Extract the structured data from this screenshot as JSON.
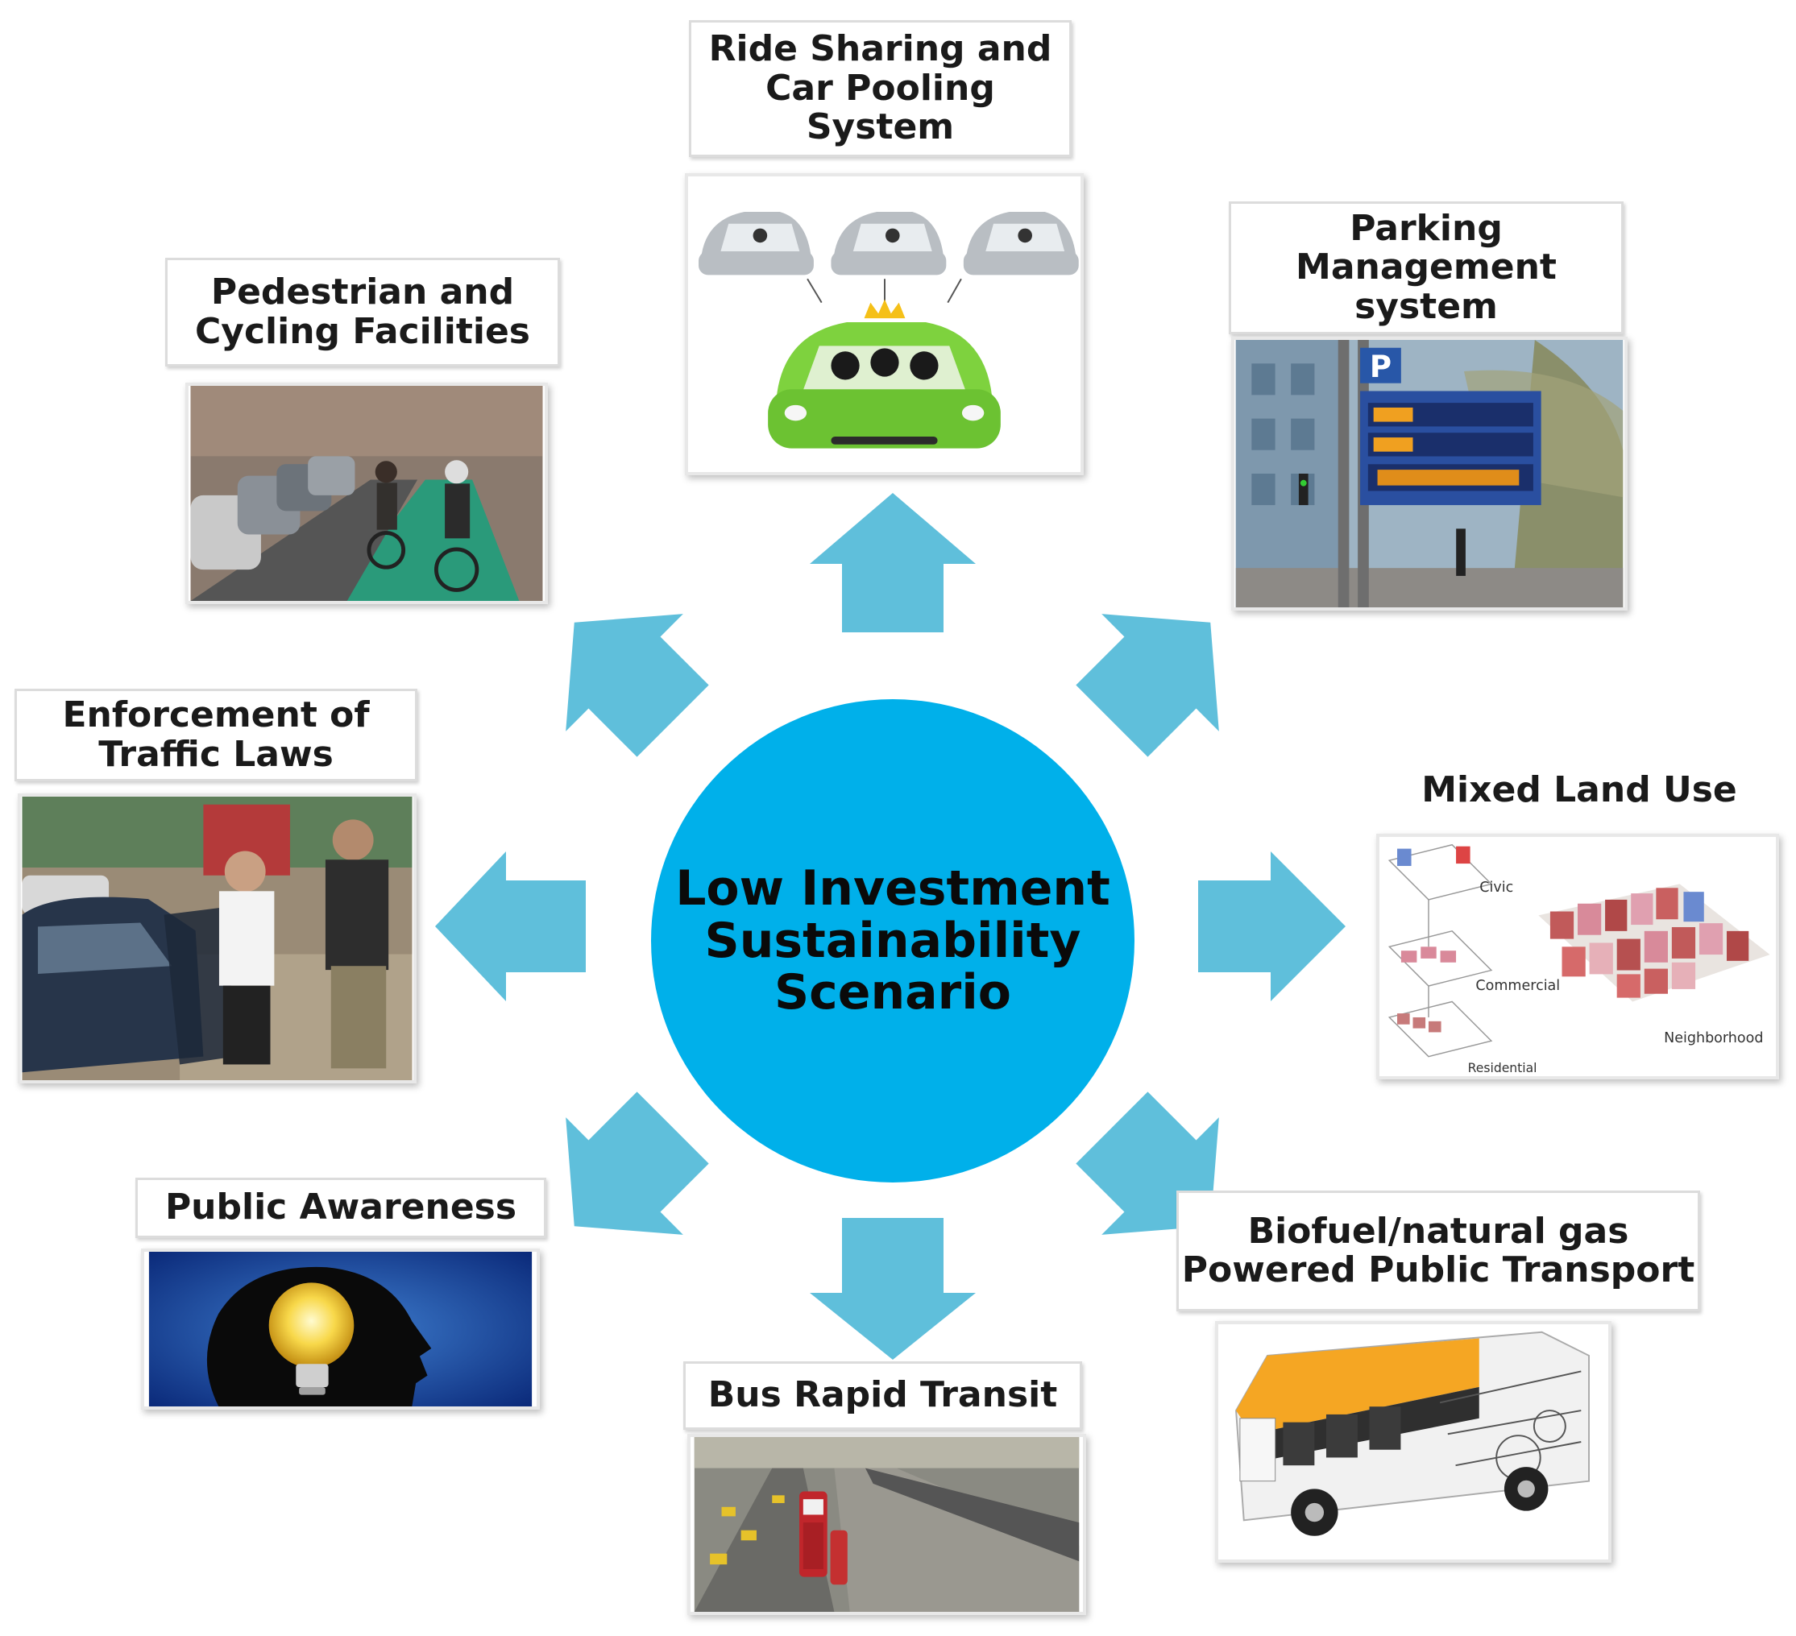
{
  "center": {
    "lines": [
      "Low Investment",
      "Sustainability",
      "Scenario"
    ],
    "color": "#00b0ea"
  },
  "arrow_color": "#5fbfdb",
  "nodes": {
    "ride_sharing": {
      "lines": [
        "Ride Sharing and",
        "Car Pooling System"
      ]
    },
    "parking": {
      "lines": [
        "Parking",
        "Management system"
      ]
    },
    "pedestrian": {
      "lines": [
        "Pedestrian and",
        "Cycling Facilities"
      ]
    },
    "enforcement": {
      "lines": [
        "Enforcement of",
        "Traffic Laws"
      ]
    },
    "mixed_land": {
      "lines": [
        "Mixed Land Use"
      ],
      "image_labels": [
        "Civic",
        "Commercial",
        "Residential",
        "Neighborhood"
      ]
    },
    "public_awareness": {
      "lines": [
        "Public Awareness"
      ]
    },
    "brt": {
      "lines": [
        "Bus Rapid Transit"
      ]
    },
    "biofuel": {
      "lines": [
        "Biofuel/natural gas",
        "Powered Public Transport"
      ]
    }
  },
  "icons": [
    "car-icon",
    "crown-icon",
    "lightbulb-icon",
    "parking-sign-icon",
    "bus-icon"
  ]
}
